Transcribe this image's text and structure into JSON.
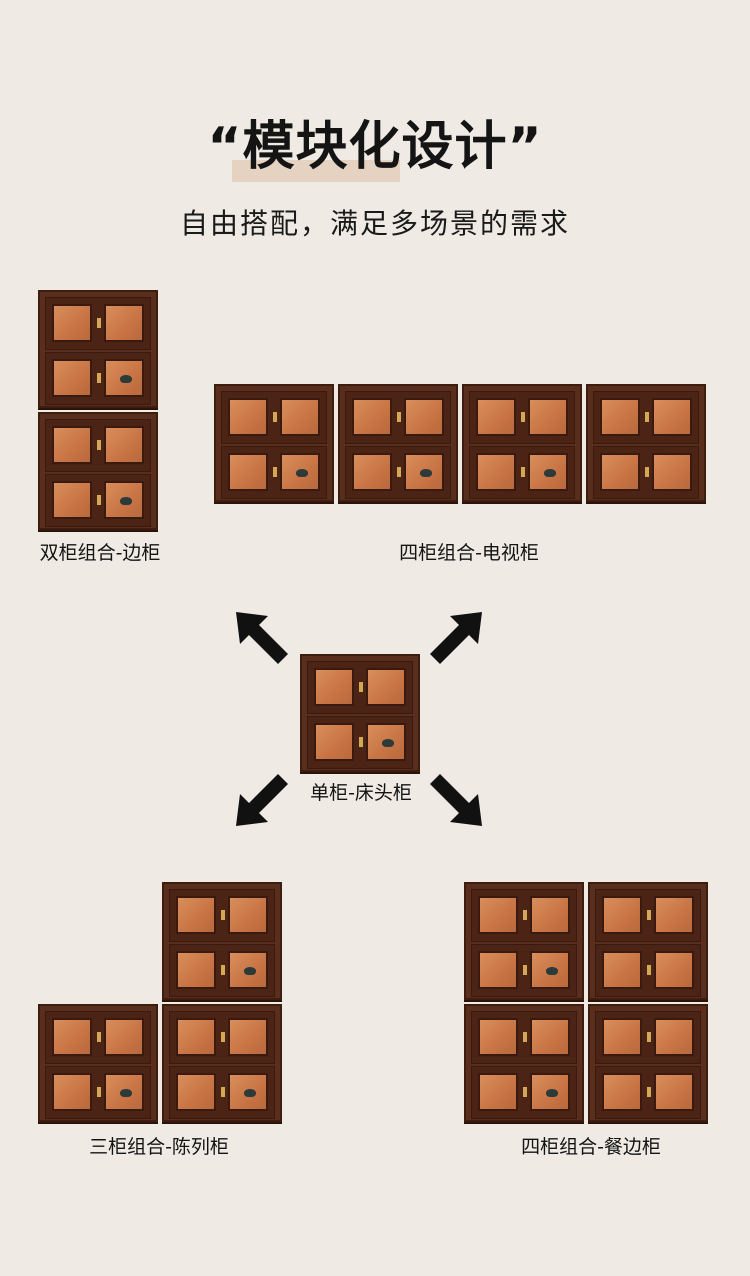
{
  "header": {
    "title": "“模块化设计”",
    "subtitle": "自由搭配，满足多场景的需求"
  },
  "groups": {
    "double_side": {
      "label": "双柜组合-边柜"
    },
    "quad_tv": {
      "label": "四柜组合-电视柜"
    },
    "single_bedside": {
      "label": "单柜-床头柜"
    },
    "triple_display": {
      "label": "三柜组合-陈列柜"
    },
    "quad_dining": {
      "label": "四柜组合-餐边柜"
    }
  },
  "colors": {
    "background": "#efeae3",
    "wood": "#5a2e1c",
    "panel": "#c87445",
    "accent_highlight": "#e6d2c0"
  }
}
